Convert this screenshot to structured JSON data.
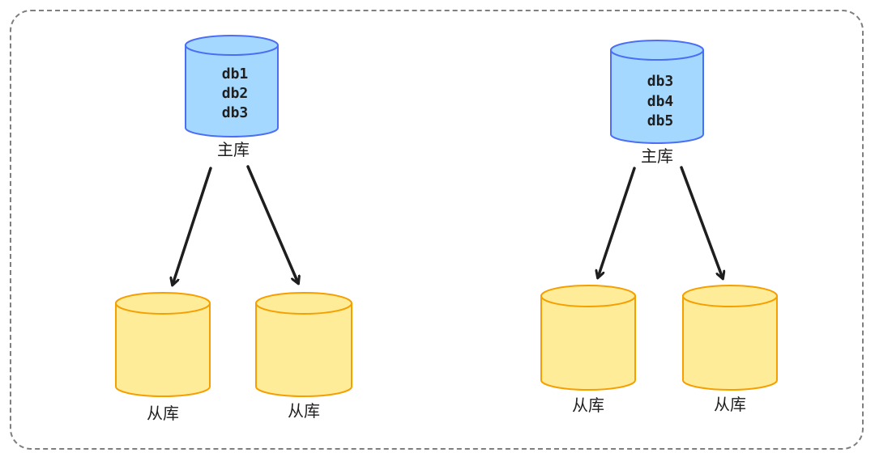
{
  "colors": {
    "master_fill": "#a5d8ff",
    "master_stroke": "#4c6ef5",
    "slave_fill": "#ffec99",
    "slave_stroke": "#f59f00",
    "arrow": "#1e1e1e",
    "frame": "#7f7f7f"
  },
  "groups": [
    {
      "master": {
        "label": "主库",
        "databases": [
          "db1",
          "db2",
          "db3"
        ]
      },
      "slaves": [
        {
          "label": "从库"
        },
        {
          "label": "从库"
        }
      ]
    },
    {
      "master": {
        "label": "主库",
        "databases": [
          "db3",
          "db4",
          "db5"
        ]
      },
      "slaves": [
        {
          "label": "从库"
        },
        {
          "label": "从库"
        }
      ]
    }
  ]
}
